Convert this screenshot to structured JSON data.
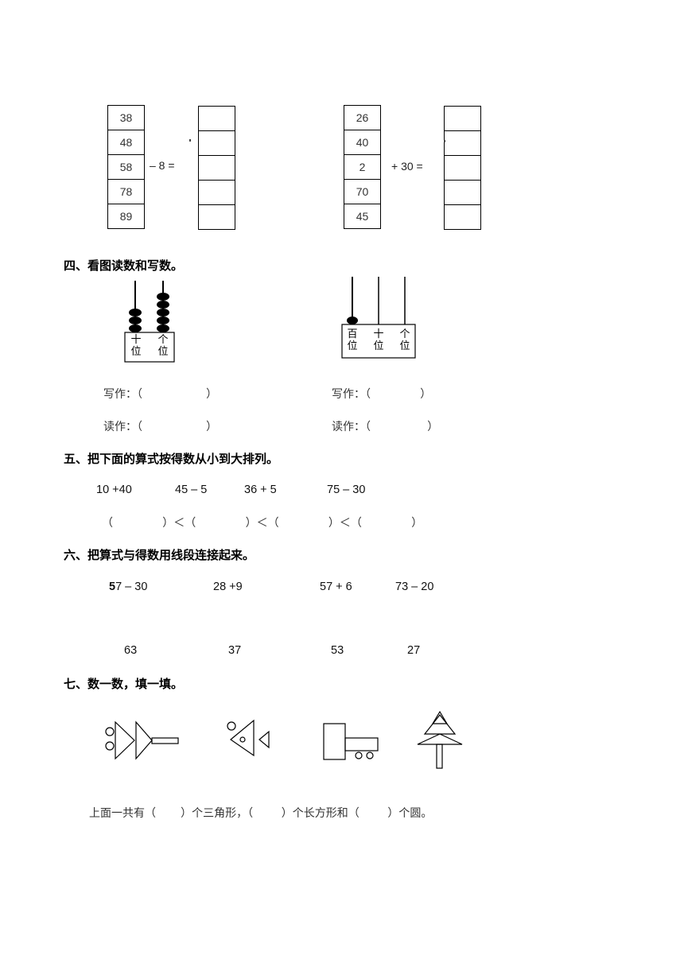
{
  "problem3": {
    "left": {
      "values": [
        "38",
        "48",
        "58",
        "78",
        "89"
      ],
      "operation": "– 8 ="
    },
    "right": {
      "values": [
        "26",
        "40",
        "2",
        "70",
        "45"
      ],
      "operation": "+ 30 ="
    }
  },
  "section4": {
    "title": "四、看图读数和写数。",
    "abacus_left": {
      "labels": [
        [
          "十",
          "位"
        ],
        [
          "个",
          "位"
        ]
      ],
      "beads": [
        3,
        5
      ]
    },
    "abacus_right": {
      "labels": [
        [
          "百",
          "位"
        ],
        [
          "十",
          "位"
        ],
        [
          "个",
          "位"
        ]
      ],
      "beads": [
        1,
        0,
        0
      ]
    },
    "write_left": "写作：（                  ）",
    "read_left": "读作：（                  ）",
    "write_right": "写作：（              ）",
    "read_right": "读作：（                ）"
  },
  "section5": {
    "title": "五、把下面的算式按得数从小到大排列。",
    "expressions": [
      "10 +40",
      "45 – 5",
      "36 + 5",
      "75 – 30"
    ],
    "answer_line": "（              ）＜（              ）＜（              ）＜（              ）"
  },
  "section6": {
    "title": "六、把算式与得数用线段连接起来。",
    "expr_first_bold": "5",
    "expr_first_rest": "7 – 30",
    "expressions": [
      "28 +9",
      "57 + 6",
      "73 – 20"
    ],
    "results": [
      "63",
      "37",
      "53",
      "27"
    ]
  },
  "section7": {
    "title": "七、数一数，填一填。",
    "sentence": "上面一共有（       ）个三角形，（        ）个长方形和（        ）个圆。"
  }
}
